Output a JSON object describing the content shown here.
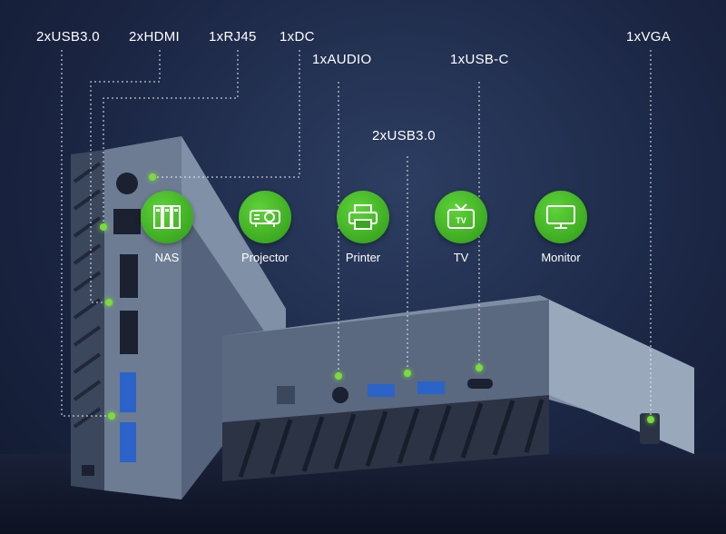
{
  "ports": {
    "usb30_left": "2xUSB3.0",
    "hdmi": "2xHDMI",
    "rj45": "1xRJ45",
    "dc": "1xDC",
    "audio": "1xAUDIO",
    "usbc": "1xUSB-C",
    "usb30_front": "2xUSB3.0",
    "vga": "1xVGA"
  },
  "devices": [
    {
      "label": "NAS",
      "icon": "nas-icon"
    },
    {
      "label": "Projector",
      "icon": "projector-icon"
    },
    {
      "label": "Printer",
      "icon": "printer-icon"
    },
    {
      "label": "TV",
      "icon": "tv-icon"
    },
    {
      "label": "Monitor",
      "icon": "monitor-icon"
    }
  ],
  "colors": {
    "accent": "#4fc42a",
    "background": "#1b2644",
    "chassis": "#6e7d93"
  }
}
